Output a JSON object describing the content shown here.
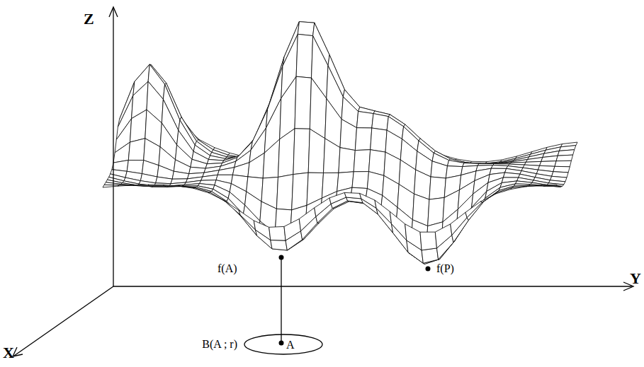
{
  "diagram": {
    "nodes": [
      {
        "text": [
          "B(A ; r)",
          "A"
        ]
      }
    ],
    "labels": [
      "Z",
      "Y",
      "X",
      "f(A)",
      "f(P)"
    ]
  }
}
